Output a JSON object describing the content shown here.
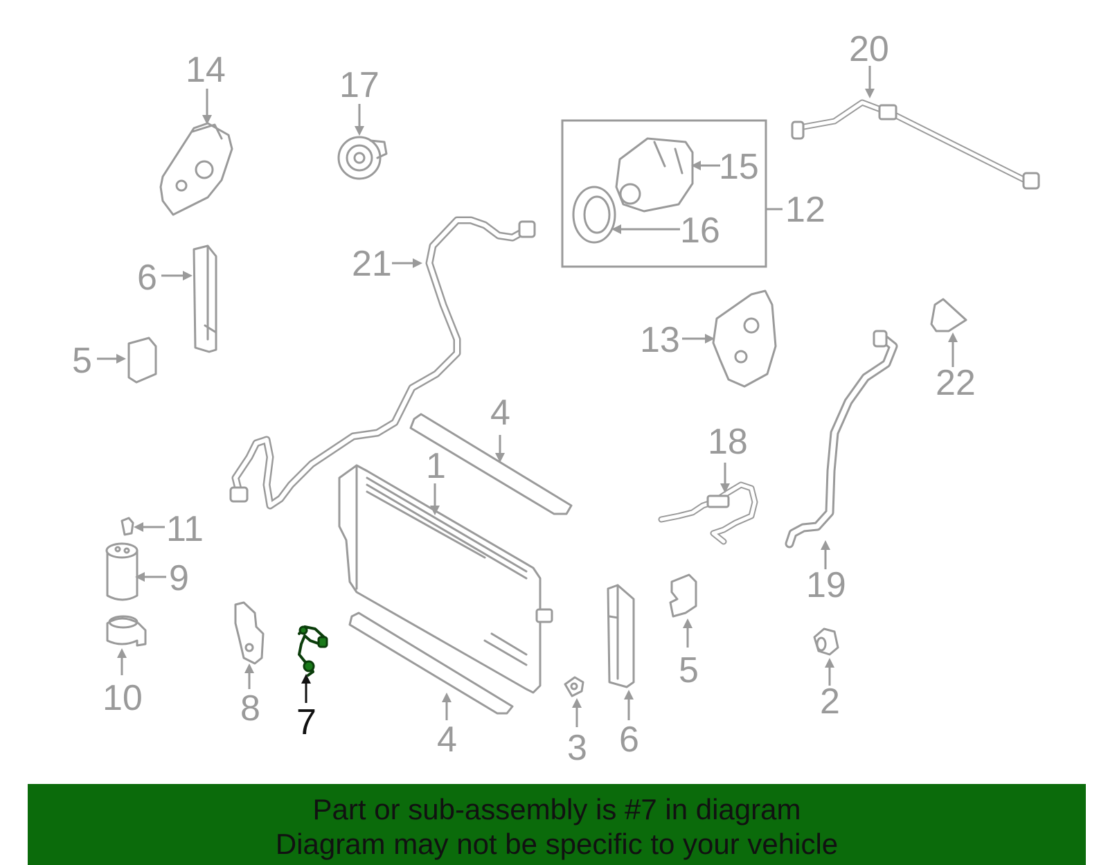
{
  "diagram": {
    "labels": {
      "l1": "1",
      "l2": "2",
      "l3": "3",
      "l4a": "4",
      "l4b": "4",
      "l5a": "5",
      "l5b": "5",
      "l6a": "6",
      "l6b": "6",
      "l7": "7",
      "l8": "8",
      "l9": "9",
      "l10": "10",
      "l11": "11",
      "l12": "12",
      "l13": "13",
      "l14": "14",
      "l15": "15",
      "l16": "16",
      "l17": "17",
      "l18": "18",
      "l19": "19",
      "l20": "20",
      "l21": "21",
      "l22": "22"
    },
    "highlighted_part": "7",
    "colors": {
      "part_line": "#9a9a9a",
      "highlight": "#1a7a1a",
      "banner": "#0b6b0b"
    }
  },
  "banner": {
    "line1": "Part or sub-assembly is #7 in diagram",
    "line2": "Diagram may not be specific to your vehicle"
  }
}
